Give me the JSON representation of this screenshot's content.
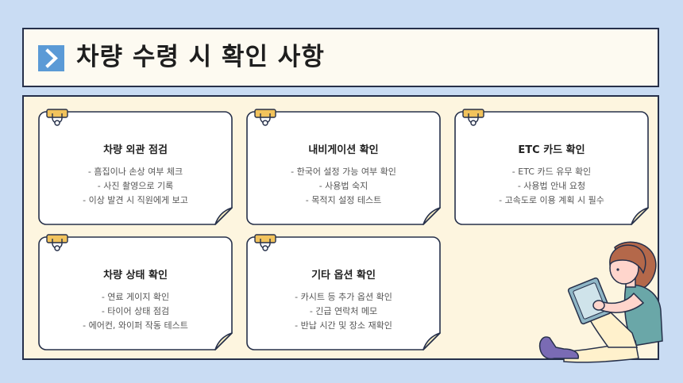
{
  "header": {
    "title": "차량 수령 시 확인 사항",
    "accent_color": "#5b9ad6",
    "icon": "chevron-right-icon"
  },
  "cards": [
    {
      "title": "차량 외관 점검",
      "items": [
        "- 흠집이나 손상 여부 체크",
        "- 사진 촬영으로 기록",
        "- 이상 발견 시 직원에게 보고"
      ]
    },
    {
      "title": "내비게이션 확인",
      "items": [
        "- 한국어 설정 가능 여부 확인",
        "- 사용법 숙지",
        "- 목적지 설정 테스트"
      ]
    },
    {
      "title": "ETC 카드 확인",
      "items": [
        "- ETC 카드 유무 확인",
        "- 사용법 안내 요청",
        "- 고속도로 이용 계획 시 필수"
      ]
    },
    {
      "title": "차량 상태 확인",
      "items": [
        "- 연료 게이지 확인",
        "- 타이어 상태 점검",
        "- 에어컨, 와이퍼 작동 테스트"
      ]
    },
    {
      "title": "기타 옵션 확인",
      "items": [
        "- 카시트 등 추가 옵션 확인",
        "- 긴급 연락처 메모",
        "- 반납 시간 및 장소 재확인"
      ]
    }
  ],
  "colors": {
    "background": "#c9dcf3",
    "panel": "#fdf5df",
    "card": "#ffffff",
    "fold": "#fbefc4",
    "clip": "#f2c35c",
    "border": "#26304a"
  }
}
